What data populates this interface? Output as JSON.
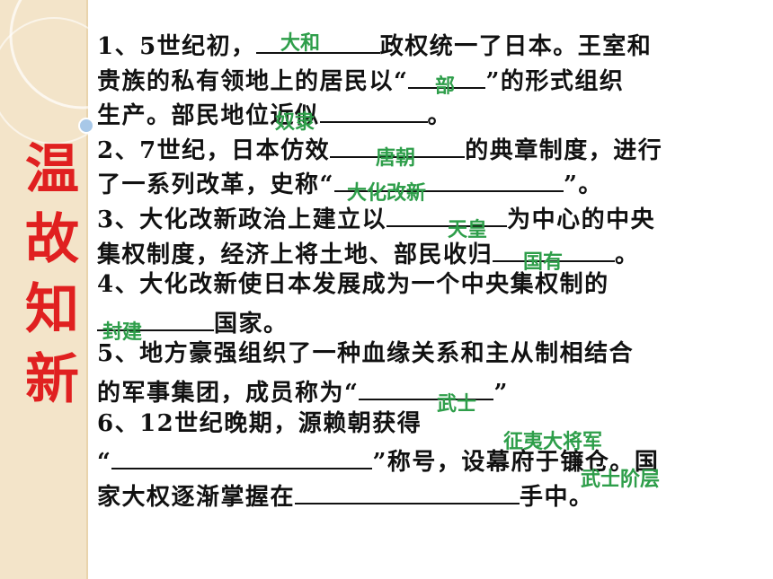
{
  "side_title": [
    "温",
    "故",
    "知",
    "新"
  ],
  "questions": [
    {
      "lines": [
        {
          "pre": "1、5世纪初，",
          "blank_w": 138,
          "post": "政权统一了日本。王室和"
        },
        {
          "pre": "贵族的私有领地上的居民以“",
          "blank_w": 86,
          "post": "”的形式组织"
        },
        {
          "pre": "生产。部民地位近似",
          "blank_w": 120,
          "post": "。"
        }
      ]
    },
    {
      "lines": [
        {
          "pre": "2、7世纪，日本仿效",
          "blank_w": 150,
          "post": "的典章制度，进行"
        },
        {
          "pre": "了一系列改革，史称“",
          "blank_w": 255,
          "post": "”。"
        }
      ]
    },
    {
      "lines": [
        {
          "pre": "3、大化改新政治上建立以",
          "blank_w": 134,
          "post": "为中心的中央"
        },
        {
          "pre": "集权制度，经济上将土地、部民收归",
          "blank_w": 136,
          "post": "。"
        }
      ]
    },
    {
      "lines": [
        {
          "pre": "4、大化改新使日本发展成为一个中央集权制的",
          "blank_w": 0,
          "post": ""
        },
        {
          "pre": "",
          "blank_w": 130,
          "post": "国家。"
        }
      ]
    },
    {
      "lines": [
        {
          "pre": "5、地方豪强组织了一种血缘关系和主从制相结合",
          "blank_w": 0,
          "post": ""
        },
        {
          "pre": "的军事集团，成员称为“",
          "blank_w": 150,
          "post": "”"
        }
      ]
    },
    {
      "lines": [
        {
          "pre": "6、12世纪晚期，源赖朝获得",
          "blank_w": 0,
          "post": ""
        },
        {
          "pre": " “",
          "blank_w": 290,
          "post": "”称号，设幕府于镰仓。国"
        },
        {
          "pre": "家大权逐渐掌握在",
          "blank_w": 250,
          "post": "手中。"
        }
      ]
    }
  ],
  "answers": [
    {
      "text": "大和",
      "id": "answer-yamato"
    },
    {
      "text": "部",
      "id": "answer-be"
    },
    {
      "text": "奴隶",
      "id": "answer-slave"
    },
    {
      "text": "唐朝",
      "id": "answer-tang"
    },
    {
      "text": "大化改新",
      "id": "answer-taika"
    },
    {
      "text": "天皇",
      "id": "answer-tenno"
    },
    {
      "text": "国有",
      "id": "answer-state"
    },
    {
      "text": "封建",
      "id": "answer-feudal"
    },
    {
      "text": "武士",
      "id": "answer-samurai"
    },
    {
      "text": "征夷大将军",
      "id": "answer-shogun"
    },
    {
      "text": "武士阶层",
      "id": "answer-samurai-class"
    }
  ],
  "colors": {
    "title": "#e02020",
    "answer": "#2e9e4a",
    "band": "#f3e4c9"
  }
}
